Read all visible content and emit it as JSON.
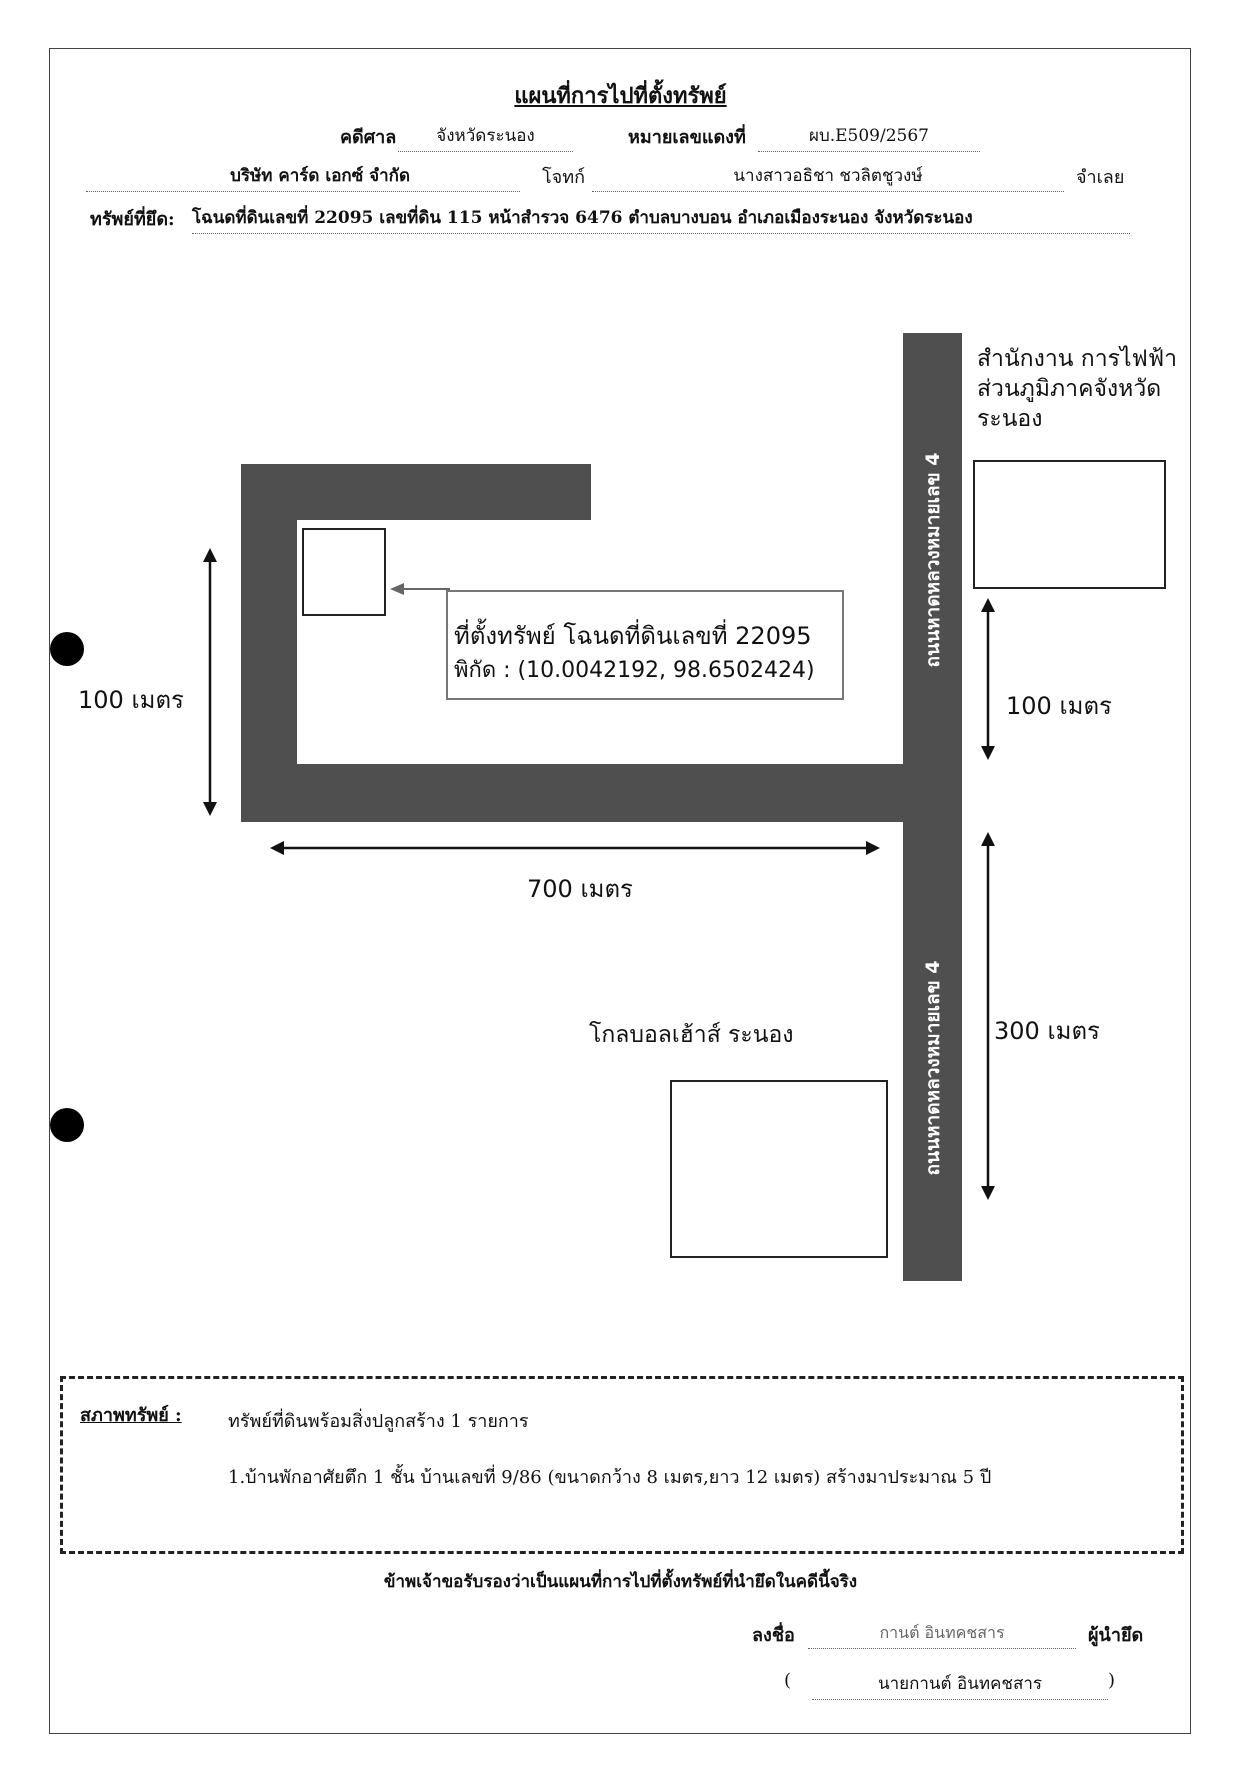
{
  "title": "แผนที่การไปที่ตั้งทรัพย์",
  "header": {
    "case_label": "คดีศาล",
    "court": "จังหวัดระนอง",
    "redno_label": "หมายเลขแดงที่",
    "redno": "ผบ.E509/2567",
    "plaintiff": "บริษัท คาร์ด เอกซ์ จำกัด",
    "plaintiff_label": "โจทก์",
    "defendant": "นางสาวอธิชา ชวลิตชูวงษ์",
    "defendant_label": "จำเลย",
    "property_label": "ทรัพย์ที่ยึด:",
    "property": "โฉนดที่ดินเลขที่ 22095 เลขที่ดิน 115 หน้าสำรวจ 6476 ตำบลบางบอน อำเภอเมืองระนอง จังหวัดระนอง"
  },
  "map": {
    "callout_line1": "ที่ตั้งทรัพย์ โฉนดที่ดินเลขที่ 22095",
    "callout_line2": "พิกัด : (10.0042192, 98.6502424)",
    "road_label": "ถนนหาดหลวงหมายเลข 4",
    "office_label": "สำนักงาน การไฟฟ้า ส่วนภูมิภาคจังหวัด ระนอง",
    "globalhouse_label": "โกลบอลเฮ้าส์ ระนอง",
    "dim_left": "100 เมตร",
    "dim_bottom": "700 เมตร",
    "dim_right_top": "100 เมตร",
    "dim_right_bottom": "300 เมตร"
  },
  "condition": {
    "label": "สภาพทรัพย์ :",
    "line1": "ทรัพย์ที่ดินพร้อมสิ่งปลูกสร้าง 1 รายการ",
    "line2": "1.บ้านพักอาศัยตึก 1 ชั้น บ้านเลขที่ 9/86 (ขนาดกว้าง 8 เมตร,ยาว 12 เมตร) สร้างมาประมาณ 5 ปี"
  },
  "footer": {
    "certify": "ข้าพเจ้าขอรับรองว่าเป็นแผนที่การไปที่ตั้งทรัพย์ที่นำยึดในคดีนี้จริง",
    "sign_label": "ลงชื่อ",
    "signature": "กานต์ อินทคชสาร",
    "role": "ผู้นำยึด",
    "name_open": "(",
    "name": "นายกานต์ อินทคชสาร",
    "name_close": ")"
  }
}
